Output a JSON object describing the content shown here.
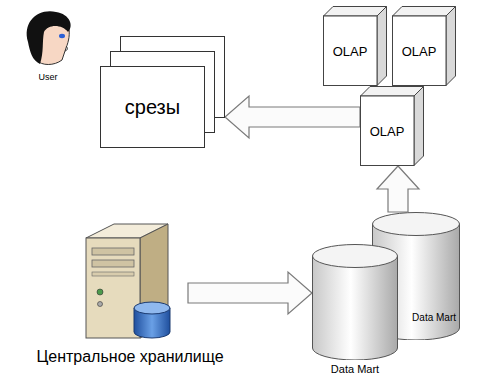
{
  "diagram": {
    "nodes": [
      {
        "text": [
          "User"
        ]
      },
      {
        "text": [
          "срезы"
        ]
      },
      {
        "text": [
          "OLAP"
        ]
      },
      {
        "text": [
          "OLAP"
        ]
      },
      {
        "text": [
          "OLAP"
        ]
      },
      {
        "text": [
          "Центральное хранилище"
        ]
      },
      {
        "text": [
          "Data Mart"
        ]
      },
      {
        "text": [
          "Data Mart"
        ]
      }
    ],
    "edges": [
      {
        "from": 4,
        "to": 1,
        "arrow": "to"
      },
      {
        "from": 6,
        "to": 4,
        "arrow": "to"
      },
      {
        "from": 5,
        "to": 7,
        "arrow": "to"
      }
    ]
  }
}
